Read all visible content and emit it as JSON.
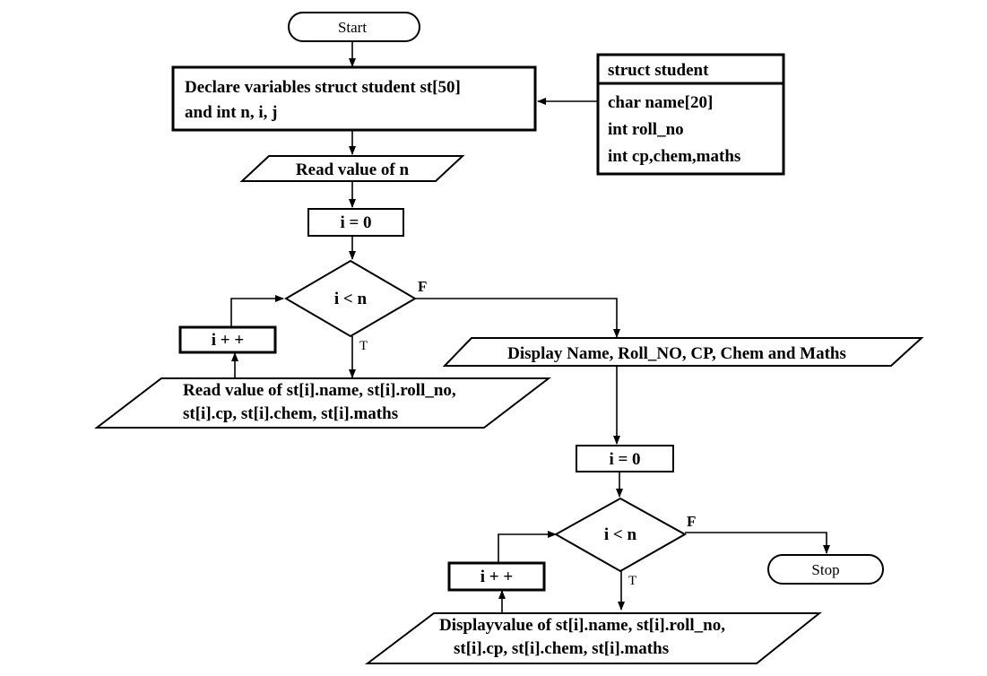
{
  "diagram": {
    "start": "Start",
    "declare_line1": "Declare variables struct student st[50]",
    "declare_line2": "and int n, i, j",
    "struct_title": "struct student",
    "struct_field1": "char name[20]",
    "struct_field2": "int roll_no",
    "struct_field3": "int cp,chem,maths",
    "read_n": "Read value of n",
    "init1": "i = 0",
    "cond1": "i < n",
    "cond1_false": "F",
    "cond1_true": "T",
    "inc1": "i + +",
    "read_line1": "Read value of st[i].name, st[i].roll_no,",
    "read_line2": "st[i].cp, st[i].chem, st[i].maths",
    "display_header": "Display Name, Roll_NO, CP, Chem and Maths",
    "init2": "i = 0",
    "cond2": "i < n",
    "cond2_false": "F",
    "cond2_true": "T",
    "inc2": "i + +",
    "stop": "Stop",
    "display_line1": "Displayvalue of st[i].name, st[i].roll_no,",
    "display_line2": "st[i].cp, st[i].chem, st[i].maths"
  }
}
